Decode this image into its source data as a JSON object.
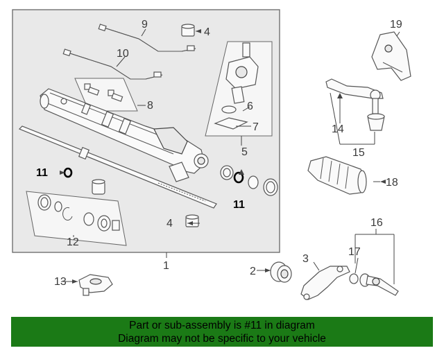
{
  "callouts": {
    "n1": "1",
    "n2": "2",
    "n3": "3",
    "n4a": "4",
    "n4b": "4",
    "n5": "5",
    "n6": "6",
    "n7": "7",
    "n8": "8",
    "n9": "9",
    "n10": "10",
    "n11a": "11",
    "n11b": "11",
    "n12": "12",
    "n13": "13",
    "n14": "14",
    "n15": "15",
    "n16": "16",
    "n17": "17",
    "n18": "18",
    "n19": "19"
  },
  "banner": {
    "line1": "Part or sub-assembly is #11 in diagram",
    "line2": "Diagram may not be specific to your vehicle"
  },
  "colors": {
    "banner_bg": "#1b7a16",
    "frame": "#e9e9e9"
  }
}
